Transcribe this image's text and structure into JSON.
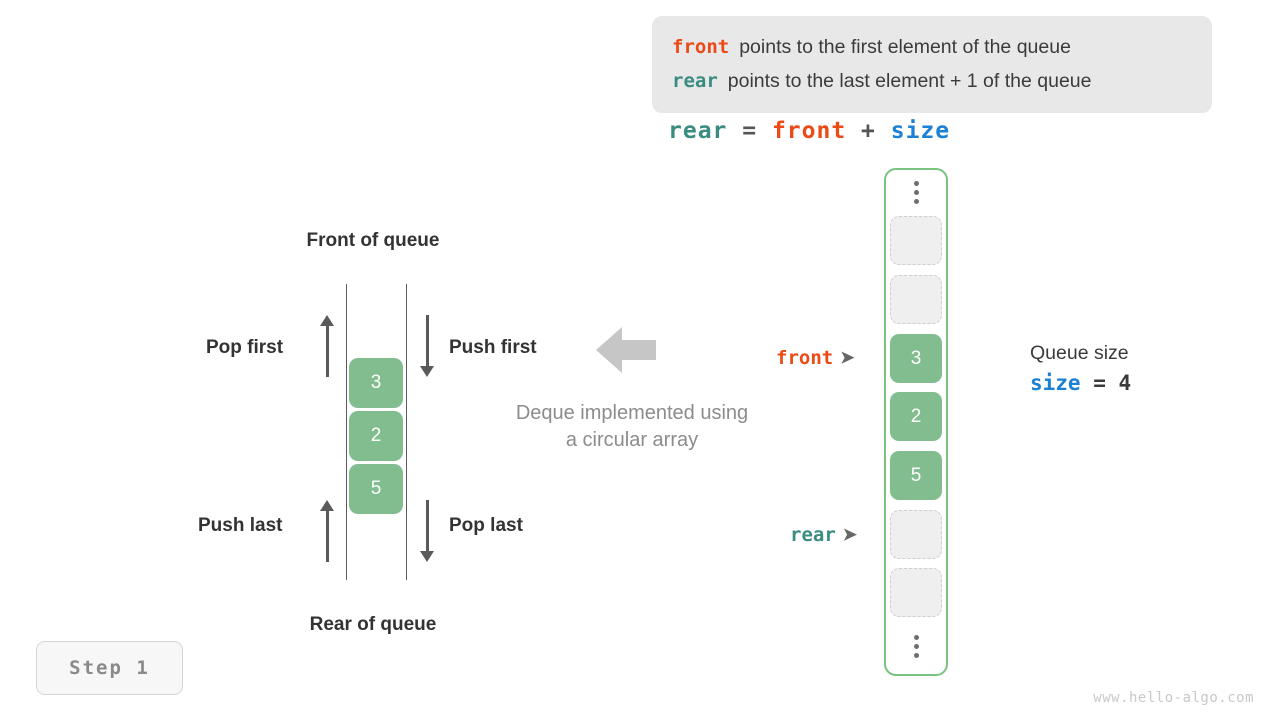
{
  "legend": {
    "lines": [
      {
        "keyword": "front",
        "keyword_color": "#ec4a16",
        "text": "points to the first element of the queue"
      },
      {
        "keyword": "rear",
        "keyword_color": "#3a8b80",
        "text": "points to the last element + 1 of the queue"
      }
    ],
    "background": "#e8e8e8"
  },
  "formula": {
    "lhs": "rear",
    "eq": "=",
    "rhs1": "front",
    "plus": "+",
    "rhs2": "size"
  },
  "deque_diagram": {
    "top_label": "Front of queue",
    "bottom_label": "Rear of queue",
    "operations": [
      {
        "name": "pop-first",
        "label": "Pop first",
        "direction": "up"
      },
      {
        "name": "push-first",
        "label": "Push first",
        "direction": "down"
      },
      {
        "name": "push-last",
        "label": "Push last",
        "direction": "up"
      },
      {
        "name": "pop-last",
        "label": "Pop last",
        "direction": "down"
      }
    ],
    "elements": [
      "3",
      "2",
      "5"
    ],
    "caption_line1": "Deque implemented using",
    "caption_line2": "a circular array"
  },
  "circular_array": {
    "border_color": "#79c37f",
    "filled_color": "#81bd8f",
    "empty_color": "#efefef",
    "top_ellipsis": "⋮",
    "bottom_ellipsis": "⋮",
    "slots": [
      {
        "type": "empty",
        "value": ""
      },
      {
        "type": "empty",
        "value": ""
      },
      {
        "type": "filled",
        "value": "3"
      },
      {
        "type": "filled",
        "value": "2"
      },
      {
        "type": "filled",
        "value": "5"
      },
      {
        "type": "empty",
        "value": ""
      },
      {
        "type": "empty",
        "value": ""
      }
    ],
    "pointers": [
      {
        "name": "front",
        "label": "front",
        "color": "#ec4a16",
        "tip": "➤",
        "slot_index": 2
      },
      {
        "name": "rear",
        "label": "rear",
        "color": "#3a8b80",
        "tip": "➤",
        "slot_index": 5
      }
    ]
  },
  "queue_size": {
    "title": "Queue size",
    "var": "size",
    "eq": "=",
    "value": "4"
  },
  "step_badge": {
    "label": "Step 1"
  },
  "watermark": {
    "text": "www.hello-algo.com"
  }
}
